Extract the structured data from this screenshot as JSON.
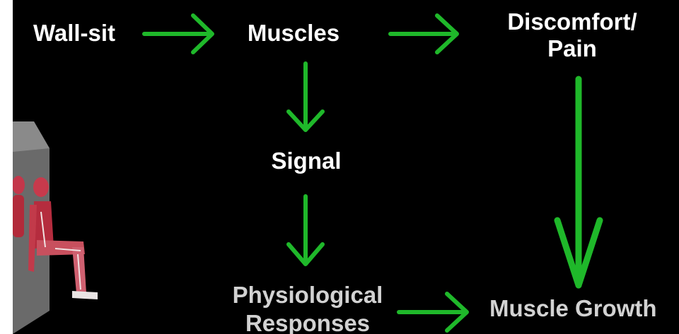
{
  "diagram": {
    "nodes": {
      "wall_sit": "Wall-sit",
      "muscles": "Muscles",
      "discomfort_line1": "Discomfort/",
      "discomfort_line2": "Pain",
      "signal": "Signal",
      "physiological_line1": "Physiological",
      "physiological_line2": "Responses",
      "muscle_growth": "Muscle Growth"
    },
    "colors": {
      "background": "#000000",
      "arrow": "#1fb82a",
      "text_bright": "#ffffff",
      "text_dim": "#d2d2d2"
    }
  }
}
